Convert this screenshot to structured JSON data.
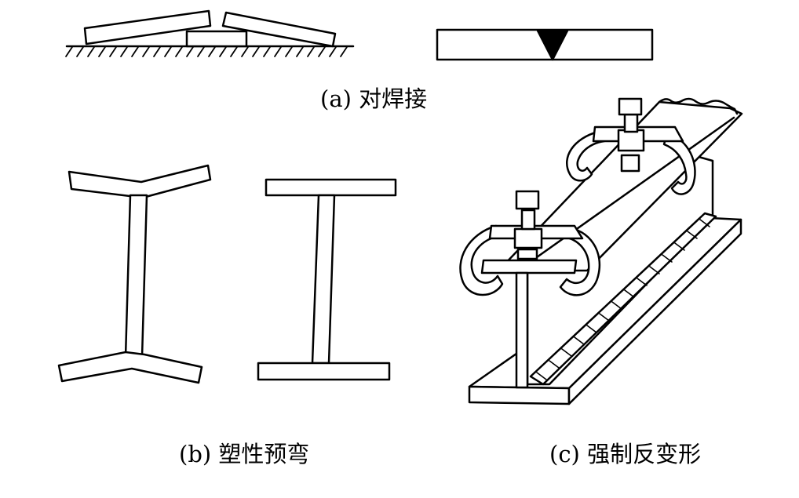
{
  "captions": {
    "a": "(a) 对焊接",
    "b": "(b) 塑性预弯",
    "c": "(c) 强制反变形"
  },
  "colors": {
    "ink": "#000000",
    "paper": "#ffffff"
  }
}
